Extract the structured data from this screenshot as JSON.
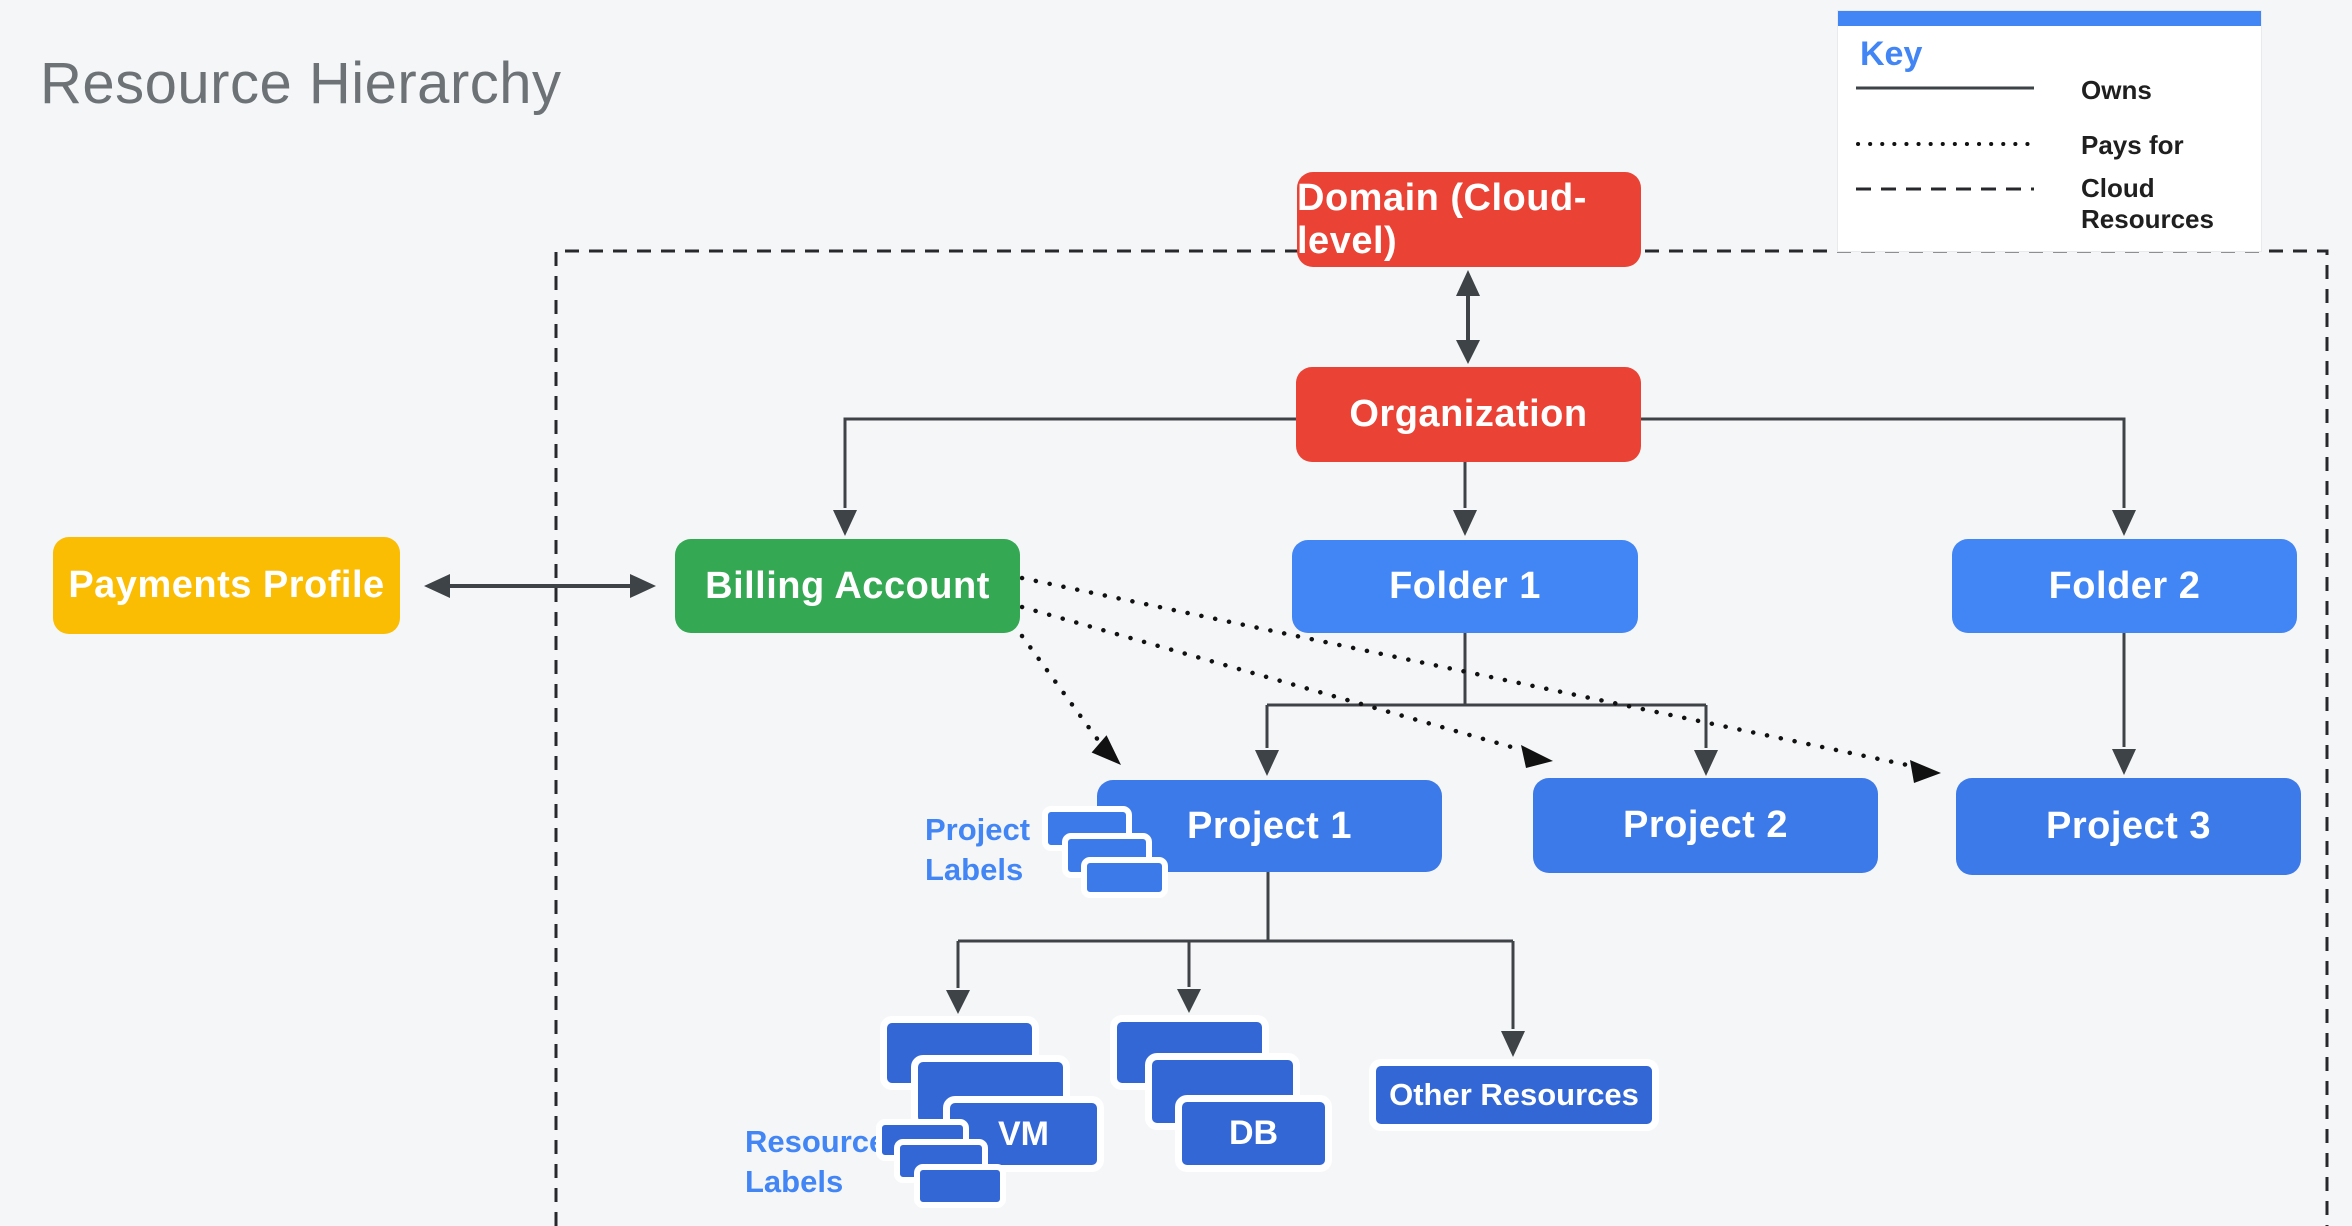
{
  "title": "Resource Hierarchy",
  "key": {
    "heading": "Key",
    "entries": [
      {
        "style": "solid",
        "label": "Owns"
      },
      {
        "style": "dotted",
        "label": "Pays for"
      },
      {
        "style": "dashed",
        "label": "Cloud Resources"
      }
    ]
  },
  "nodes": {
    "domain": {
      "label": "Domain (Cloud-level)"
    },
    "organization": {
      "label": "Organization"
    },
    "payments_profile": {
      "label": "Payments Profile"
    },
    "billing_account": {
      "label": "Billing Account"
    },
    "folder1": {
      "label": "Folder 1"
    },
    "folder2": {
      "label": "Folder 2"
    },
    "project1": {
      "label": "Project 1"
    },
    "project2": {
      "label": "Project 2"
    },
    "project3": {
      "label": "Project 3"
    },
    "vm": {
      "label": "VM"
    },
    "db": {
      "label": "DB"
    },
    "other_resources": {
      "label": "Other Resources"
    }
  },
  "annotations": {
    "project_labels": {
      "line1": "Project",
      "line2": "Labels"
    },
    "resource_labels": {
      "line1": "Resource",
      "line2": "Labels"
    }
  },
  "colors": {
    "background": "#F5F6F8",
    "red": "#EA4335",
    "green": "#34A853",
    "yellow": "#FBBC04",
    "folder_blue": "#4285F4",
    "project_blue": "#3D7AE9",
    "resource_blue": "#3367D6",
    "annotation_blue": "#4285F4",
    "line_gray": "#3E4347",
    "dotted_black": "#111111",
    "title_gray": "#6D7277",
    "legend_bar_blue": "#4285F4"
  }
}
